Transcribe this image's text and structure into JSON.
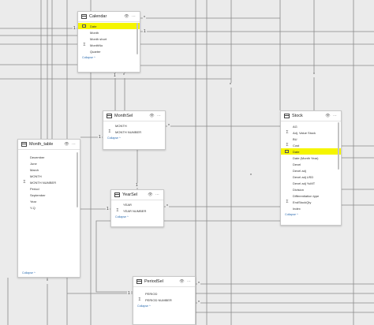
{
  "tables": {
    "calendar": {
      "title": "Calendar",
      "fields": [
        {
          "name": "Date",
          "icon": "calendar-icon",
          "highlighted": true
        },
        {
          "name": "Month",
          "icon": "none"
        },
        {
          "name": "Month short",
          "icon": "none"
        },
        {
          "name": "MonthNo",
          "icon": "sigma-icon"
        },
        {
          "name": "Quarter",
          "icon": "none"
        }
      ],
      "collapse": "Collapse ^"
    },
    "monthsel": {
      "title": "MonthSel",
      "fields": [
        {
          "name": "MONTH",
          "icon": "none"
        },
        {
          "name": "MONTH NUMBER",
          "icon": "sigma-icon"
        }
      ],
      "collapse": "Collapse ^"
    },
    "month_table": {
      "title": "Month_table",
      "fields": [
        {
          "name": "December",
          "icon": "none"
        },
        {
          "name": "June",
          "icon": "none"
        },
        {
          "name": "March",
          "icon": "none"
        },
        {
          "name": "MONTH",
          "icon": "none"
        },
        {
          "name": "MONTH NUMBER",
          "icon": "sigma-icon"
        },
        {
          "name": "Period",
          "icon": "none"
        },
        {
          "name": "September",
          "icon": "none"
        },
        {
          "name": "Year",
          "icon": "none"
        },
        {
          "name": "Y-Q",
          "icon": "none"
        }
      ],
      "collapse": "Collapse ^"
    },
    "yearsel": {
      "title": "YearSel",
      "fields": [
        {
          "name": "YEAR",
          "icon": "none"
        },
        {
          "name": "YEAR NUMBER",
          "icon": "sigma-icon"
        }
      ],
      "collapse": "Collapse ^"
    },
    "periodsel": {
      "title": "PeriodSel",
      "fields": [
        {
          "name": "PERIOD",
          "icon": "none"
        },
        {
          "name": "PERIOD NUMBER",
          "icon": "sigma-icon"
        }
      ],
      "collapse": "Collapse ^"
    },
    "stock": {
      "title": "Stock",
      "fields": [
        {
          "name": "AG",
          "icon": "none"
        },
        {
          "name": "Adj. Value Stock",
          "icon": "sigma-icon"
        },
        {
          "name": "BU",
          "icon": "none"
        },
        {
          "name": "Cost",
          "icon": "sigma-icon"
        },
        {
          "name": "Date",
          "icon": "calendar-icon",
          "highlighted": true
        },
        {
          "name": "Date (Month Year)",
          "icon": "none"
        },
        {
          "name": "Devel",
          "icon": "none"
        },
        {
          "name": "Devel adj",
          "icon": "none"
        },
        {
          "name": "Devel adj USD",
          "icon": "none"
        },
        {
          "name": "Devel adj YuMT",
          "icon": "none"
        },
        {
          "name": "Division",
          "icon": "none"
        },
        {
          "name": "Differentiation type",
          "icon": "none"
        },
        {
          "name": "EndStockQty",
          "icon": "sigma-icon"
        },
        {
          "name": "Index",
          "icon": "none"
        }
      ],
      "collapse": "Collapse ^"
    }
  },
  "relationship_labels": [
    "1",
    "*",
    "1",
    "1",
    "*",
    "1",
    "*",
    "1",
    "*",
    "1",
    "*",
    "1",
    "*",
    "*",
    "*",
    "*",
    "*"
  ]
}
